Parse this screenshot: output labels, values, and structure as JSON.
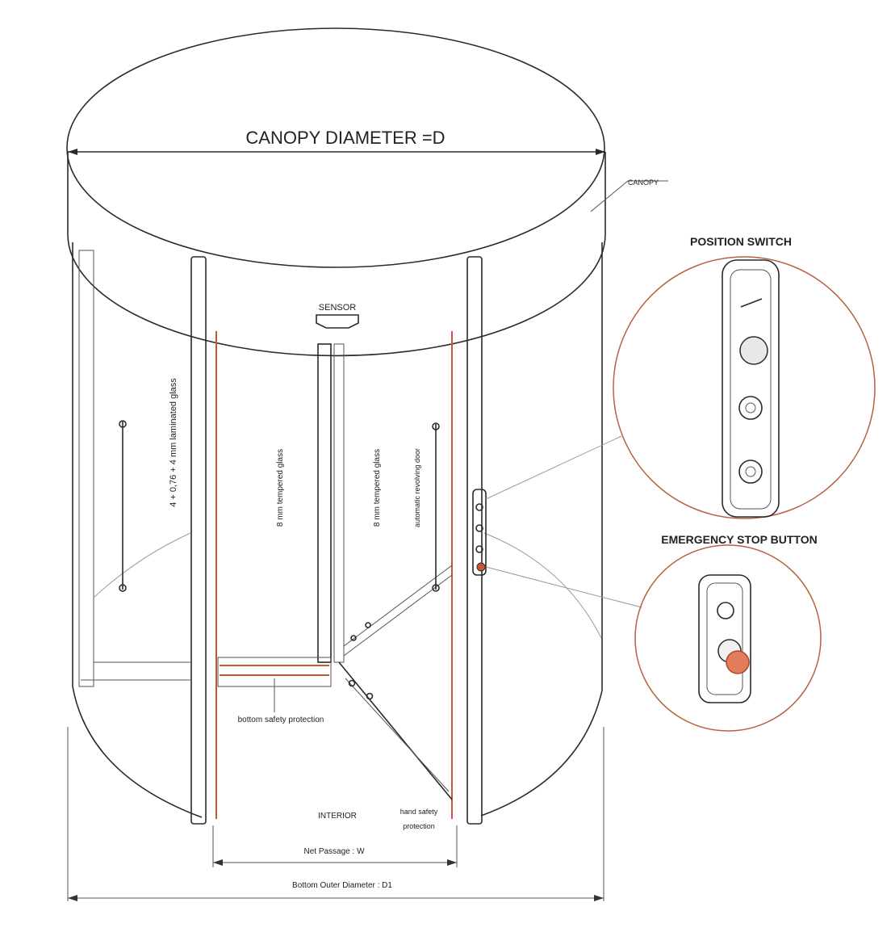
{
  "labels": {
    "canopy_diameter": "CANOPY DIAMETER =D",
    "canopy": "CANOPY",
    "sensor": "SENSOR",
    "glass_left": "4 + 0,76 + 4 mm laminated glass",
    "glass_center": "8 mm tempered glass",
    "glass_right": "8 mm tempered glass",
    "glass_right_2": "automatic revolving door",
    "bottom_safety": "bottom safety protection",
    "interior": "INTERIOR",
    "hand_safety_1": "hand safety",
    "hand_safety_2": "protection",
    "net_passage": "Net Passage : W",
    "outer_diameter": "Bottom Outer Diameter : D1"
  },
  "callouts": {
    "position_switch": "POSITION SWITCH",
    "emergency_stop": "EMERGENCY STOP BUTTON"
  },
  "colors": {
    "line": "#2a2a2a",
    "accent": "#c8553a",
    "circle": "#b8623f"
  }
}
